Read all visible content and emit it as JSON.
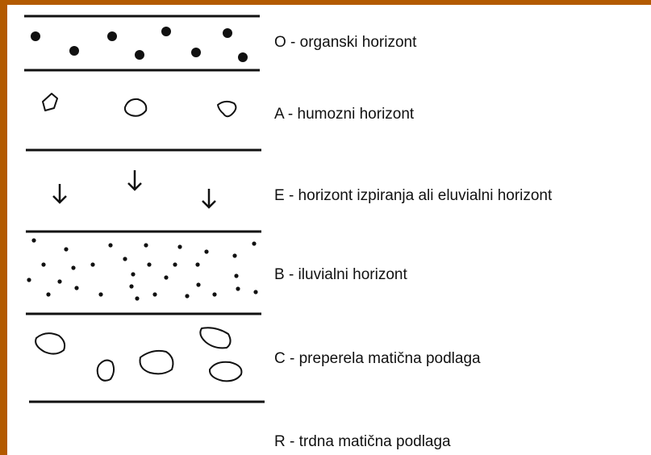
{
  "colors": {
    "border": "#b35a00",
    "background": "#ffffff",
    "ink": "#111111"
  },
  "horizons": [
    {
      "symbol": "dots-large",
      "label": "O - organski horizont"
    },
    {
      "symbol": "pebbles-small",
      "label": "A - humozni horizont"
    },
    {
      "symbol": "down-arrows",
      "label": "E - horizont izpiranja ali eluvialni horizont"
    },
    {
      "symbol": "dots-small",
      "label": "B - iluvialni horizont"
    },
    {
      "symbol": "stones",
      "label": "C - preperela matična podlaga"
    },
    {
      "symbol": "none",
      "label": "R - trdna matična podlaga"
    }
  ]
}
